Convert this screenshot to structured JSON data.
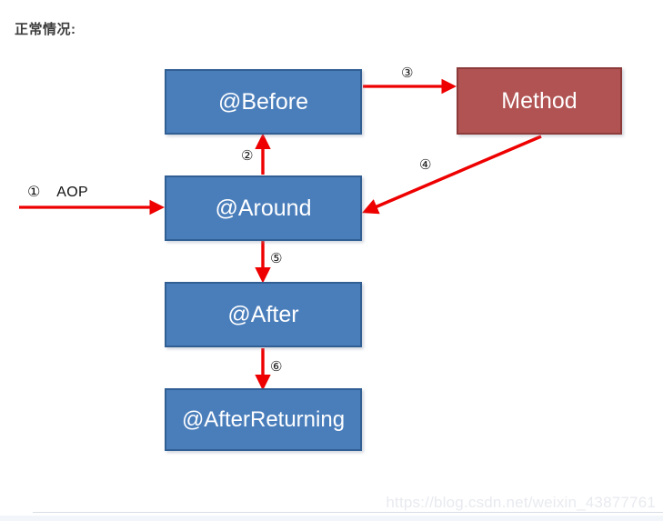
{
  "page": {
    "title": "正常情况:",
    "watermark": "https://blog.csdn.net/weixin_43877761"
  },
  "colors": {
    "node_blue_fill": "#4a7ebb",
    "node_blue_border": "#315f94",
    "node_red_fill": "#b15353",
    "node_red_border": "#8c3a3a",
    "arrow": "#ee0000",
    "title_text": "#3c3c3c",
    "node_text": "#ffffff",
    "watermark_text": "#e8eaef"
  },
  "diagram": {
    "nodes": [
      {
        "id": "before",
        "label": "@Before",
        "type": "blue"
      },
      {
        "id": "method",
        "label": "Method",
        "type": "red"
      },
      {
        "id": "around",
        "label": "@Around",
        "type": "blue"
      },
      {
        "id": "after",
        "label": "@After",
        "type": "blue"
      },
      {
        "id": "after_returning",
        "label": "@AfterReturning",
        "type": "blue"
      }
    ],
    "entry_label": "AOP",
    "steps": [
      {
        "marker": "①",
        "from": "entry",
        "to": "around",
        "label": "AOP"
      },
      {
        "marker": "②",
        "from": "around",
        "to": "before",
        "label": ""
      },
      {
        "marker": "③",
        "from": "before",
        "to": "method",
        "label": ""
      },
      {
        "marker": "④",
        "from": "method",
        "to": "around",
        "label": ""
      },
      {
        "marker": "⑤",
        "from": "around",
        "to": "after",
        "label": ""
      },
      {
        "marker": "⑥",
        "from": "after",
        "to": "after_returning",
        "label": ""
      }
    ]
  }
}
